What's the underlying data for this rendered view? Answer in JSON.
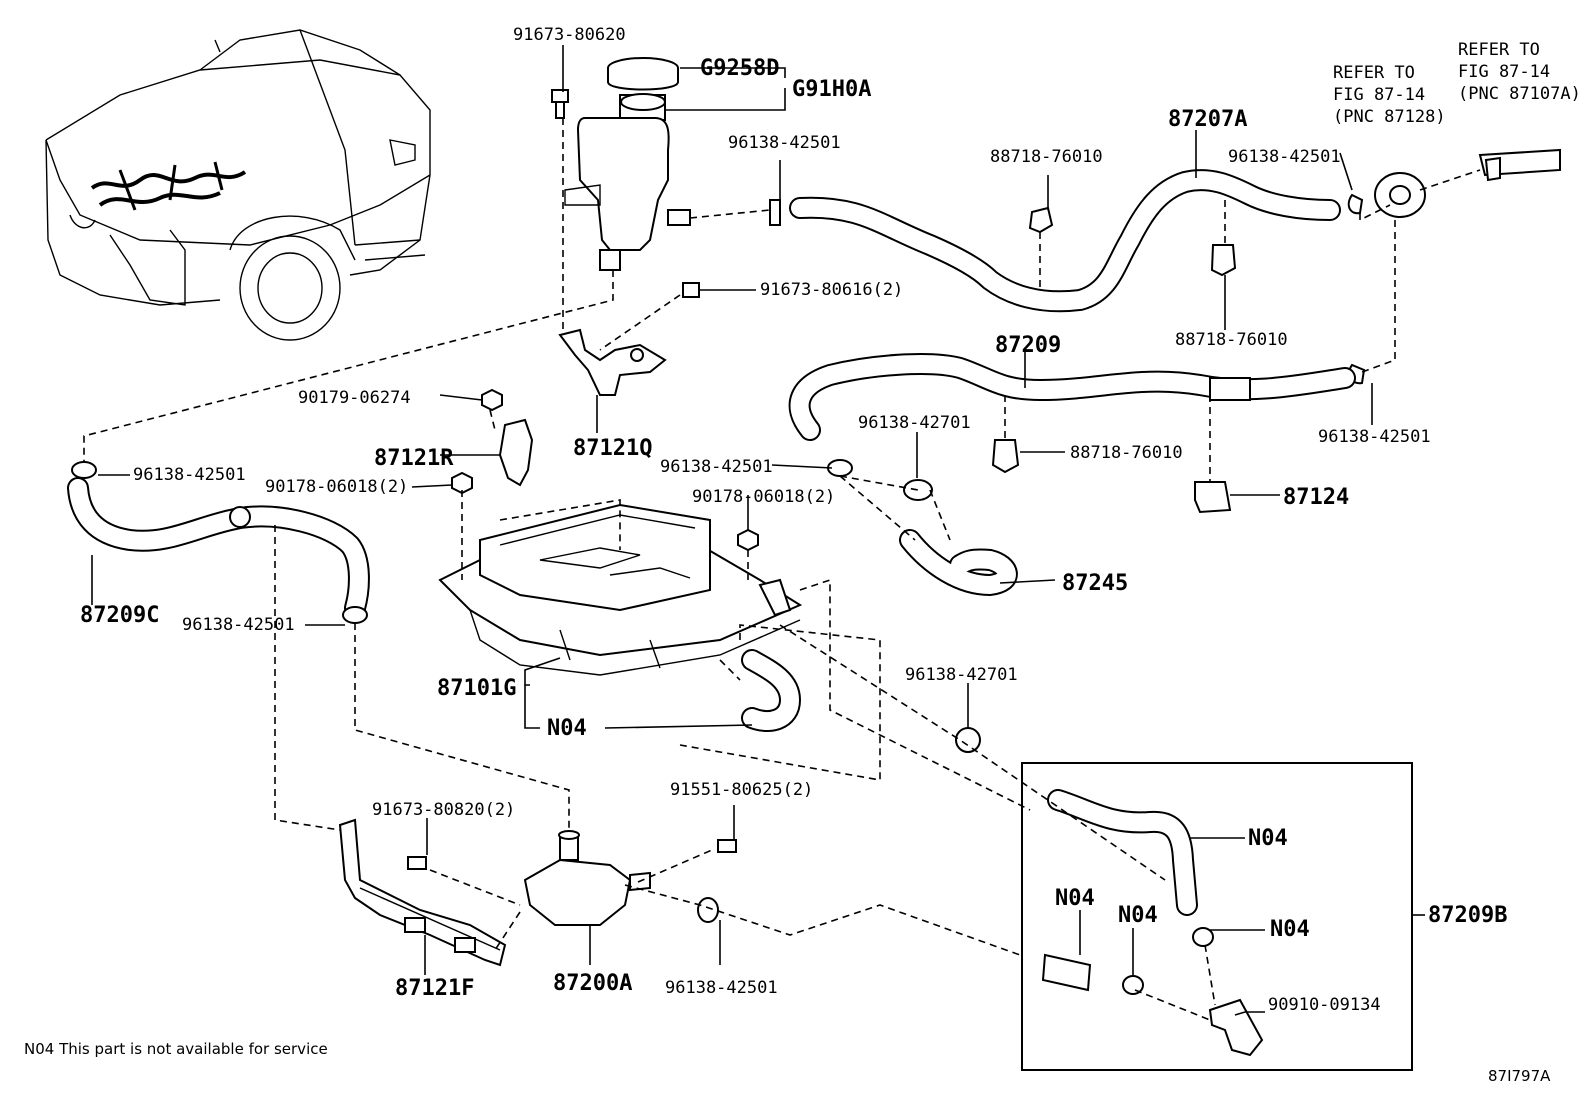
{
  "labels": {
    "p91673_80620": "91673-80620",
    "pG9258D": "G9258D",
    "pG91H0A": "G91H0A",
    "p96138_42501_top": "96138-42501",
    "p88718_76010_top": "88718-76010",
    "p87207A": "87207A",
    "p96138_42501_tr": "96138-42501",
    "refer1_l1": "REFER TO",
    "refer1_l2": "FIG 87-14",
    "refer1_l3": "(PNC 87128)",
    "refer2_l1": "REFER TO",
    "refer2_l2": "FIG 87-14",
    "refer2_l3": "(PNC 87107A)",
    "p91673_80616": "91673-80616(2)",
    "p88718_76010_mid": "88718-76010",
    "p87209": "87209",
    "p90179_06274": "90179-06274",
    "p87121R": "87121R",
    "p87121Q": "87121Q",
    "p96138_42701_a": "96138-42701",
    "p88718_76010_low": "88718-76010",
    "p96138_42501_right": "96138-42501",
    "p96138_42501_left": "96138-42501",
    "p96138_42501_mid": "96138-42501",
    "p90178_06018_l": "90178-06018(2)",
    "p90178_06018_r": "90178-06018(2)",
    "p87124": "87124",
    "p87245": "87245",
    "p87209C": "87209C",
    "p96138_42501_lowleft": "96138-42501",
    "p87101G": "87101G",
    "pN04_main": "N04",
    "p96138_42701_b": "96138-42701",
    "p91673_80820": "91673-80820(2)",
    "p91551_80625": "91551-80625(2)",
    "pN04_box1": "N04",
    "pN04_box2": "N04",
    "pN04_box3": "N04",
    "pN04_box4": "N04",
    "p87209B": "87209B",
    "p90910_09134": "90910-09134",
    "p87121F": "87121F",
    "p87200A": "87200A",
    "p96138_42501_bottom": "96138-42501"
  },
  "footnote": "N04 This part is not available for service",
  "diagram_id": "87I797A"
}
